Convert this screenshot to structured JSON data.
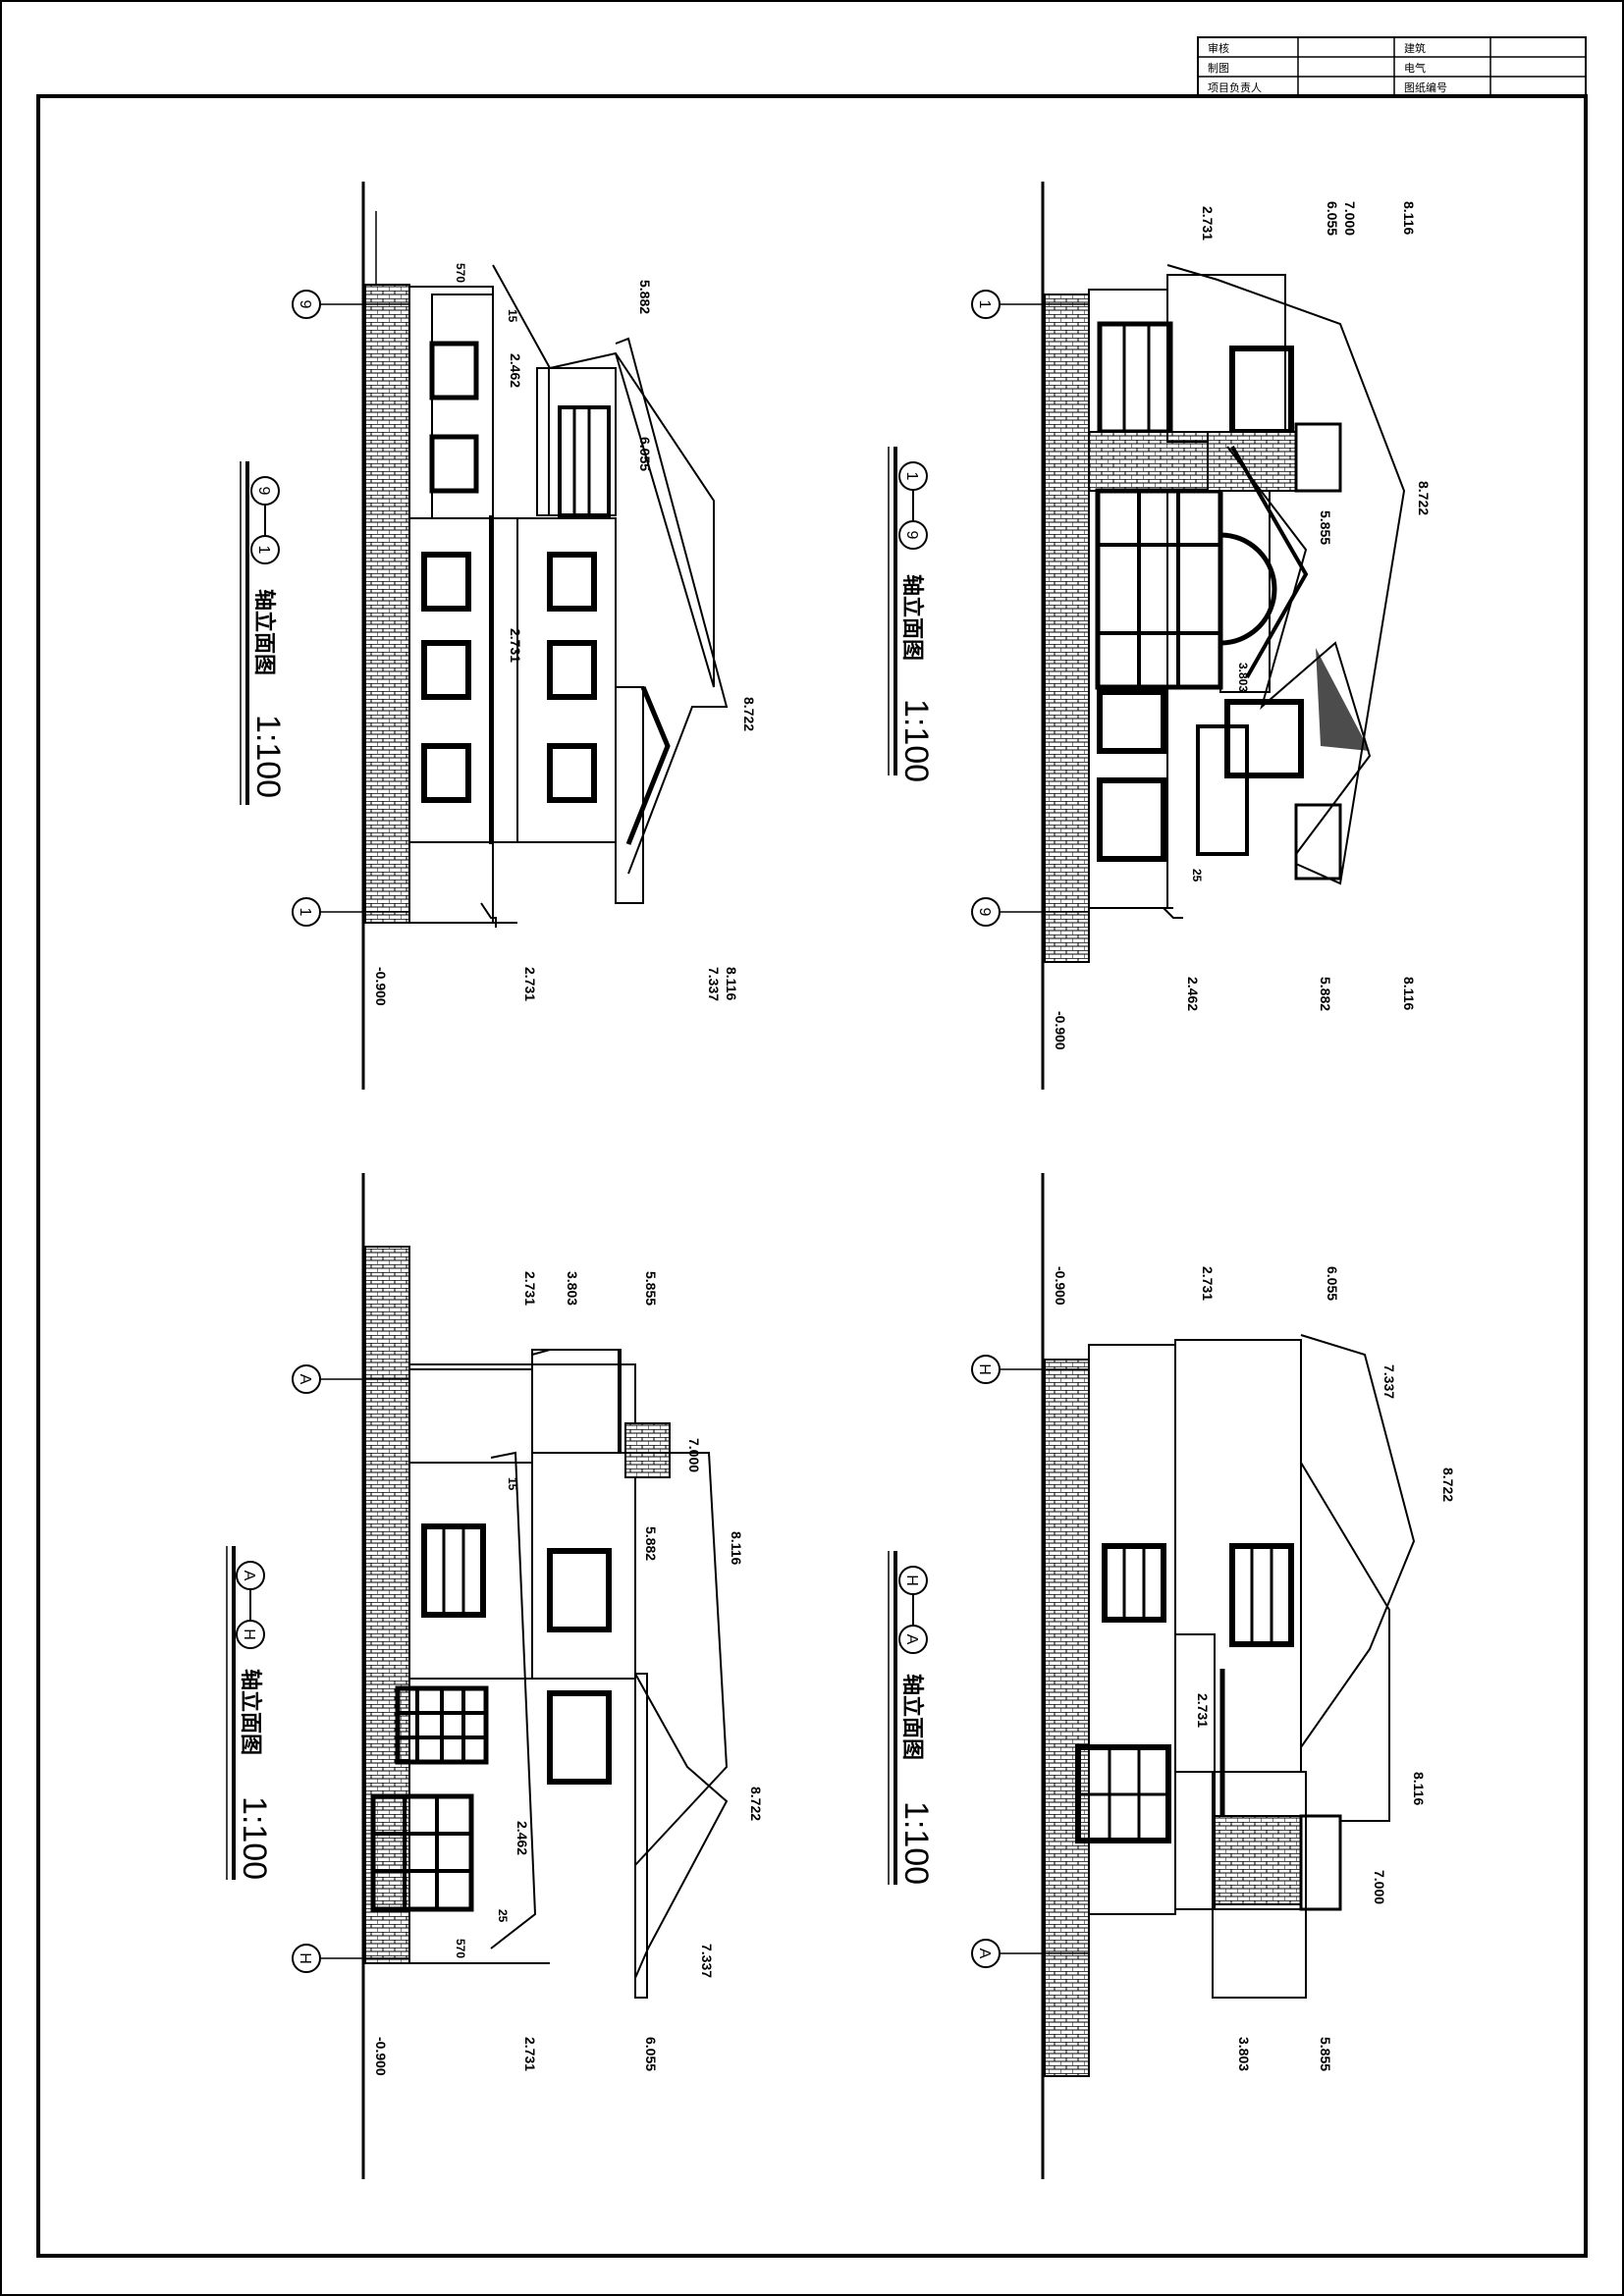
{
  "title_block": {
    "cells": [
      "建筑",
      "审核",
      "制图",
      "电气",
      "图纸编号",
      "项目负责人"
    ]
  },
  "views": [
    {
      "id": "9-1",
      "axis_from": "9",
      "axis_to": "1",
      "title_text": "轴立面图",
      "scale": "1:100",
      "elevations_top": [
        "5.882",
        "6.055",
        "8.722"
      ],
      "elevations_side": [
        "-0.900",
        "2.731",
        "8.116",
        "7.337"
      ],
      "elevations_mid": [
        "2.462",
        "2.731"
      ],
      "dim_small": [
        "570",
        "15"
      ]
    },
    {
      "id": "1-9",
      "axis_from": "1",
      "axis_to": "9",
      "title_text": "轴立面图",
      "scale": "1:100",
      "elevations_top_stack": [
        "2.731",
        "6.055",
        "7.000",
        "8.116"
      ],
      "elevations_right": [
        "8.722",
        "5.855",
        "3.803"
      ],
      "elevations_bottom": [
        "-0.900",
        "2.462",
        "5.882",
        "8.116"
      ],
      "dim_small": [
        "25"
      ]
    },
    {
      "id": "A-H",
      "axis_from": "A",
      "axis_to": "H",
      "title_text": "轴立面图",
      "scale": "1:100",
      "elevations_top": [
        "2.731",
        "3.803",
        "5.855"
      ],
      "elevations_right": [
        "7.000",
        "5.882",
        "8.116",
        "8.722",
        "7.337"
      ],
      "elevations_mid": [
        "2.462"
      ],
      "elevations_bottom": [
        "-0.900",
        "2.731",
        "6.055"
      ],
      "dim_small": [
        "15",
        "570",
        "25"
      ]
    },
    {
      "id": "H-A",
      "axis_from": "H",
      "axis_to": "A",
      "title_text": "轴立面图",
      "scale": "1:100",
      "elevations_top": [
        "-0.900",
        "2.731",
        "6.055"
      ],
      "elevations_right": [
        "7.337",
        "8.722",
        "8.116",
        "7.000"
      ],
      "elevations_mid": [
        "2.731"
      ],
      "elevations_bottom": [
        "3.803",
        "5.855"
      ]
    }
  ]
}
